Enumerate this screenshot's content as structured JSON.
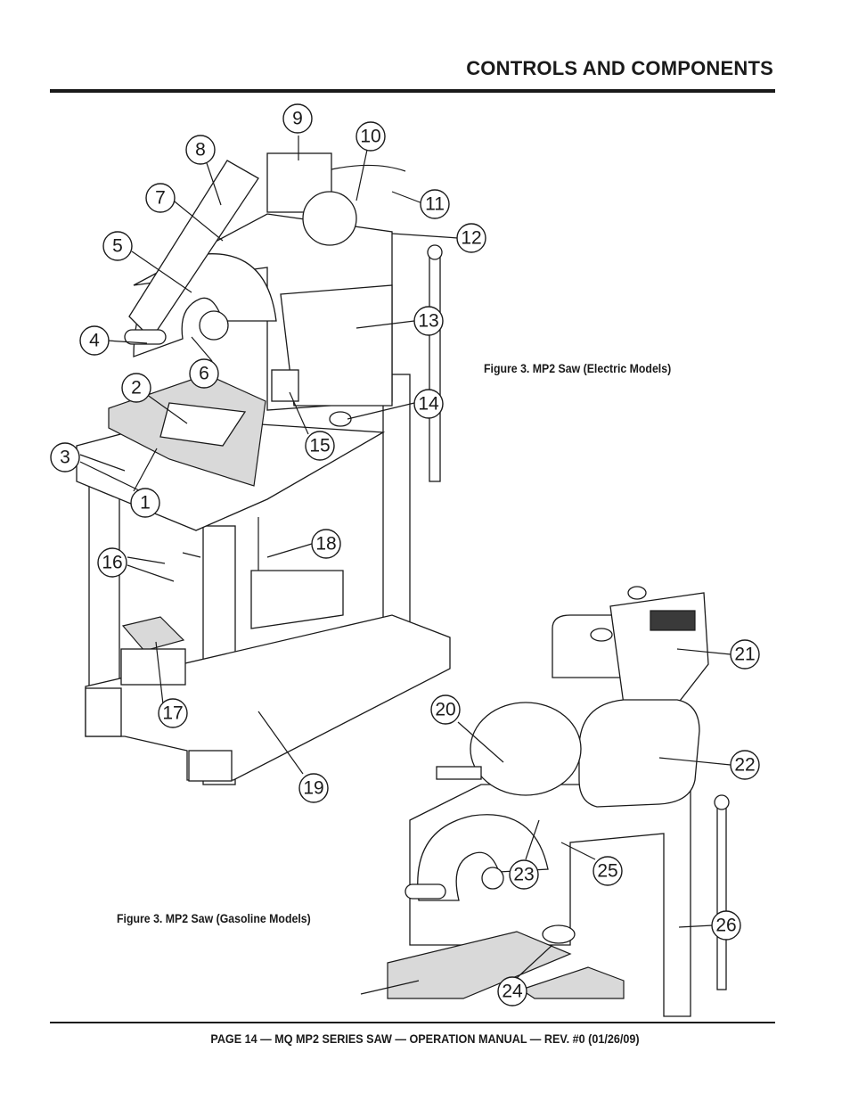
{
  "header": {
    "title": "CONTROLS AND COMPONENTS"
  },
  "figures": {
    "electric_caption": "Figure 3.  MP2 Saw (Electric Models)",
    "gas_caption": "Figure 3.  MP2 Saw (Gasoline Models)"
  },
  "callouts": [
    "1",
    "2",
    "3",
    "4",
    "5",
    "6",
    "7",
    "8",
    "9",
    "10",
    "11",
    "12",
    "13",
    "14",
    "15",
    "16",
    "17",
    "18",
    "19",
    "20",
    "21",
    "22",
    "23",
    "24",
    "25",
    "26"
  ],
  "footer": {
    "text": "PAGE 14 — MQ MP2 SERIES SAW — OPERATION MANUAL — REV. #0  (01/26/09)"
  }
}
